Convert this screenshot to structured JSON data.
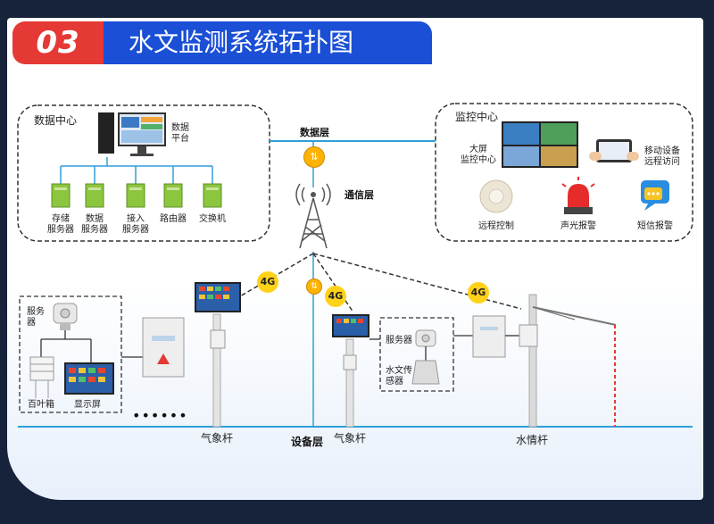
{
  "header": {
    "number": "03",
    "title": "水文监测系统拓扑图"
  },
  "layers": {
    "data_layer": "数据层",
    "comm_layer": "通信层",
    "device_layer": "设备层"
  },
  "data_center": {
    "title": "数据中心",
    "platform": [
      "数据",
      "平台"
    ],
    "servers": [
      {
        "line1": "存储",
        "line2": "服务器"
      },
      {
        "line1": "数据",
        "line2": "服务器"
      },
      {
        "line1": "接入",
        "line2": "服务器"
      },
      {
        "line1": "路由器",
        "line2": ""
      },
      {
        "line1": "交换机",
        "line2": ""
      }
    ]
  },
  "monitor_center": {
    "title": "监控中心",
    "big_screen": [
      "大屏",
      "监控中心"
    ],
    "mobile": [
      "移动设备",
      "远程访问"
    ],
    "items": [
      "远程控制",
      "声光报警",
      "短信报警"
    ]
  },
  "devices": {
    "server_left": [
      "服务",
      "器"
    ],
    "louver_box": "百叶箱",
    "display": "显示屏",
    "dots": "••••••",
    "pole1": "气象杆",
    "pole2": "气象杆",
    "pole3": "水情杆",
    "server_mid": "服务器",
    "hydro_sensor": [
      "水文传",
      "感器"
    ]
  },
  "network": {
    "tag": "4G"
  },
  "colors": {
    "red": "#e53935",
    "blue": "#1a4fd6",
    "line": "#2f9fd8",
    "server_green": "#8cc63f"
  }
}
